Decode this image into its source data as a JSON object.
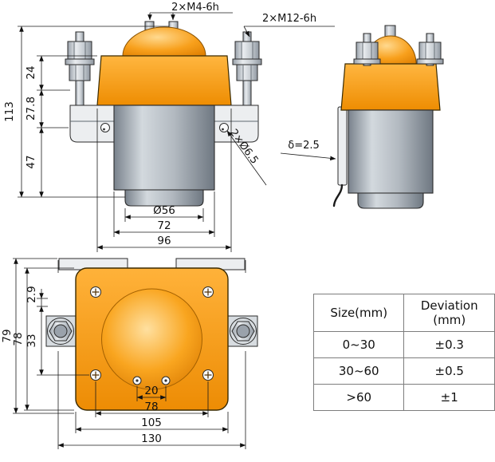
{
  "drawing": {
    "front": {
      "m4_label": "2×M4-6h",
      "m12_label": "2×M12-6h",
      "height_total": "113",
      "seg_24": "24",
      "seg_27_8": "27.8",
      "seg_47": "47",
      "dia_56": "Ø56",
      "width_72": "72",
      "width_96": "96",
      "holes_label": "2×Ø6.5",
      "delta_label": "δ=2.5"
    },
    "top": {
      "depth_79": "79",
      "depth_78": "78",
      "dim_2_9": "2.9",
      "dim_33": "33",
      "dim_20": "20",
      "dim_78": "78",
      "dim_105": "105",
      "dim_130": "130"
    },
    "colors": {
      "body_orange": "#f79f1f",
      "metal_gray": "#aab2bc",
      "line": "#1a1a1a"
    }
  },
  "tolerance_table": {
    "size_header": "Size(mm)",
    "deviation_header": "Deviation (mm)",
    "rows": [
      {
        "size": "0~30",
        "deviation": "±0.3"
      },
      {
        "size": "30~60",
        "deviation": "±0.5"
      },
      {
        "size": ">60",
        "deviation": "±1"
      }
    ]
  }
}
